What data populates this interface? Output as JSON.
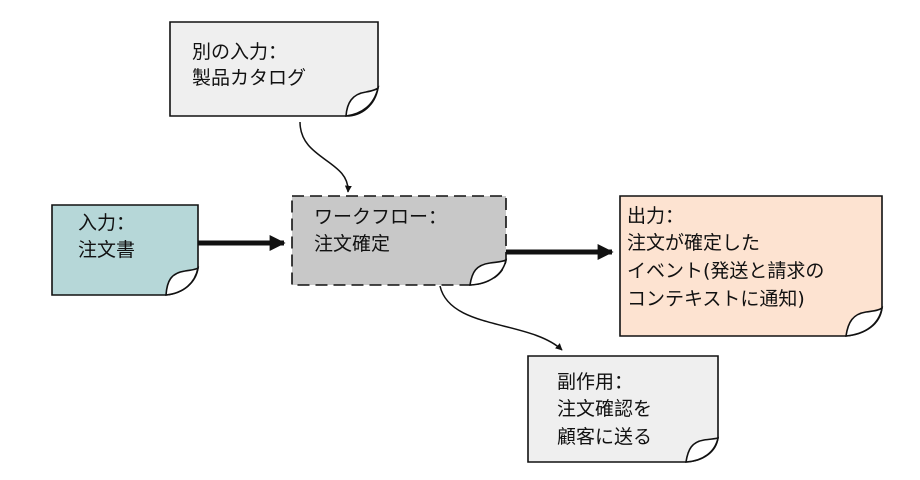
{
  "colors": {
    "input": "#b6d7d8",
    "output": "#fde3d1",
    "workflow": "#c8c8c8",
    "neutral": "#efefef",
    "ink": "#111111"
  },
  "nodes": {
    "other_input": {
      "lines": [
        "別の入力：",
        "製品カタログ"
      ]
    },
    "input": {
      "lines": [
        "入力：",
        "注文書"
      ]
    },
    "workflow": {
      "lines": [
        "ワークフロー：",
        "注文確定"
      ]
    },
    "output": {
      "lines": [
        "出力：",
        "注文が確定した",
        "イベント(発送と請求の",
        "コンテキストに通知)"
      ]
    },
    "side_effect": {
      "lines": [
        "副作用：",
        "注文確認を",
        "顧客に送る"
      ]
    }
  },
  "edges": [
    {
      "from": "other_input",
      "to": "workflow",
      "style": "thin"
    },
    {
      "from": "input",
      "to": "workflow",
      "style": "thick"
    },
    {
      "from": "workflow",
      "to": "output",
      "style": "thick"
    },
    {
      "from": "workflow",
      "to": "side_effect",
      "style": "thin"
    }
  ]
}
